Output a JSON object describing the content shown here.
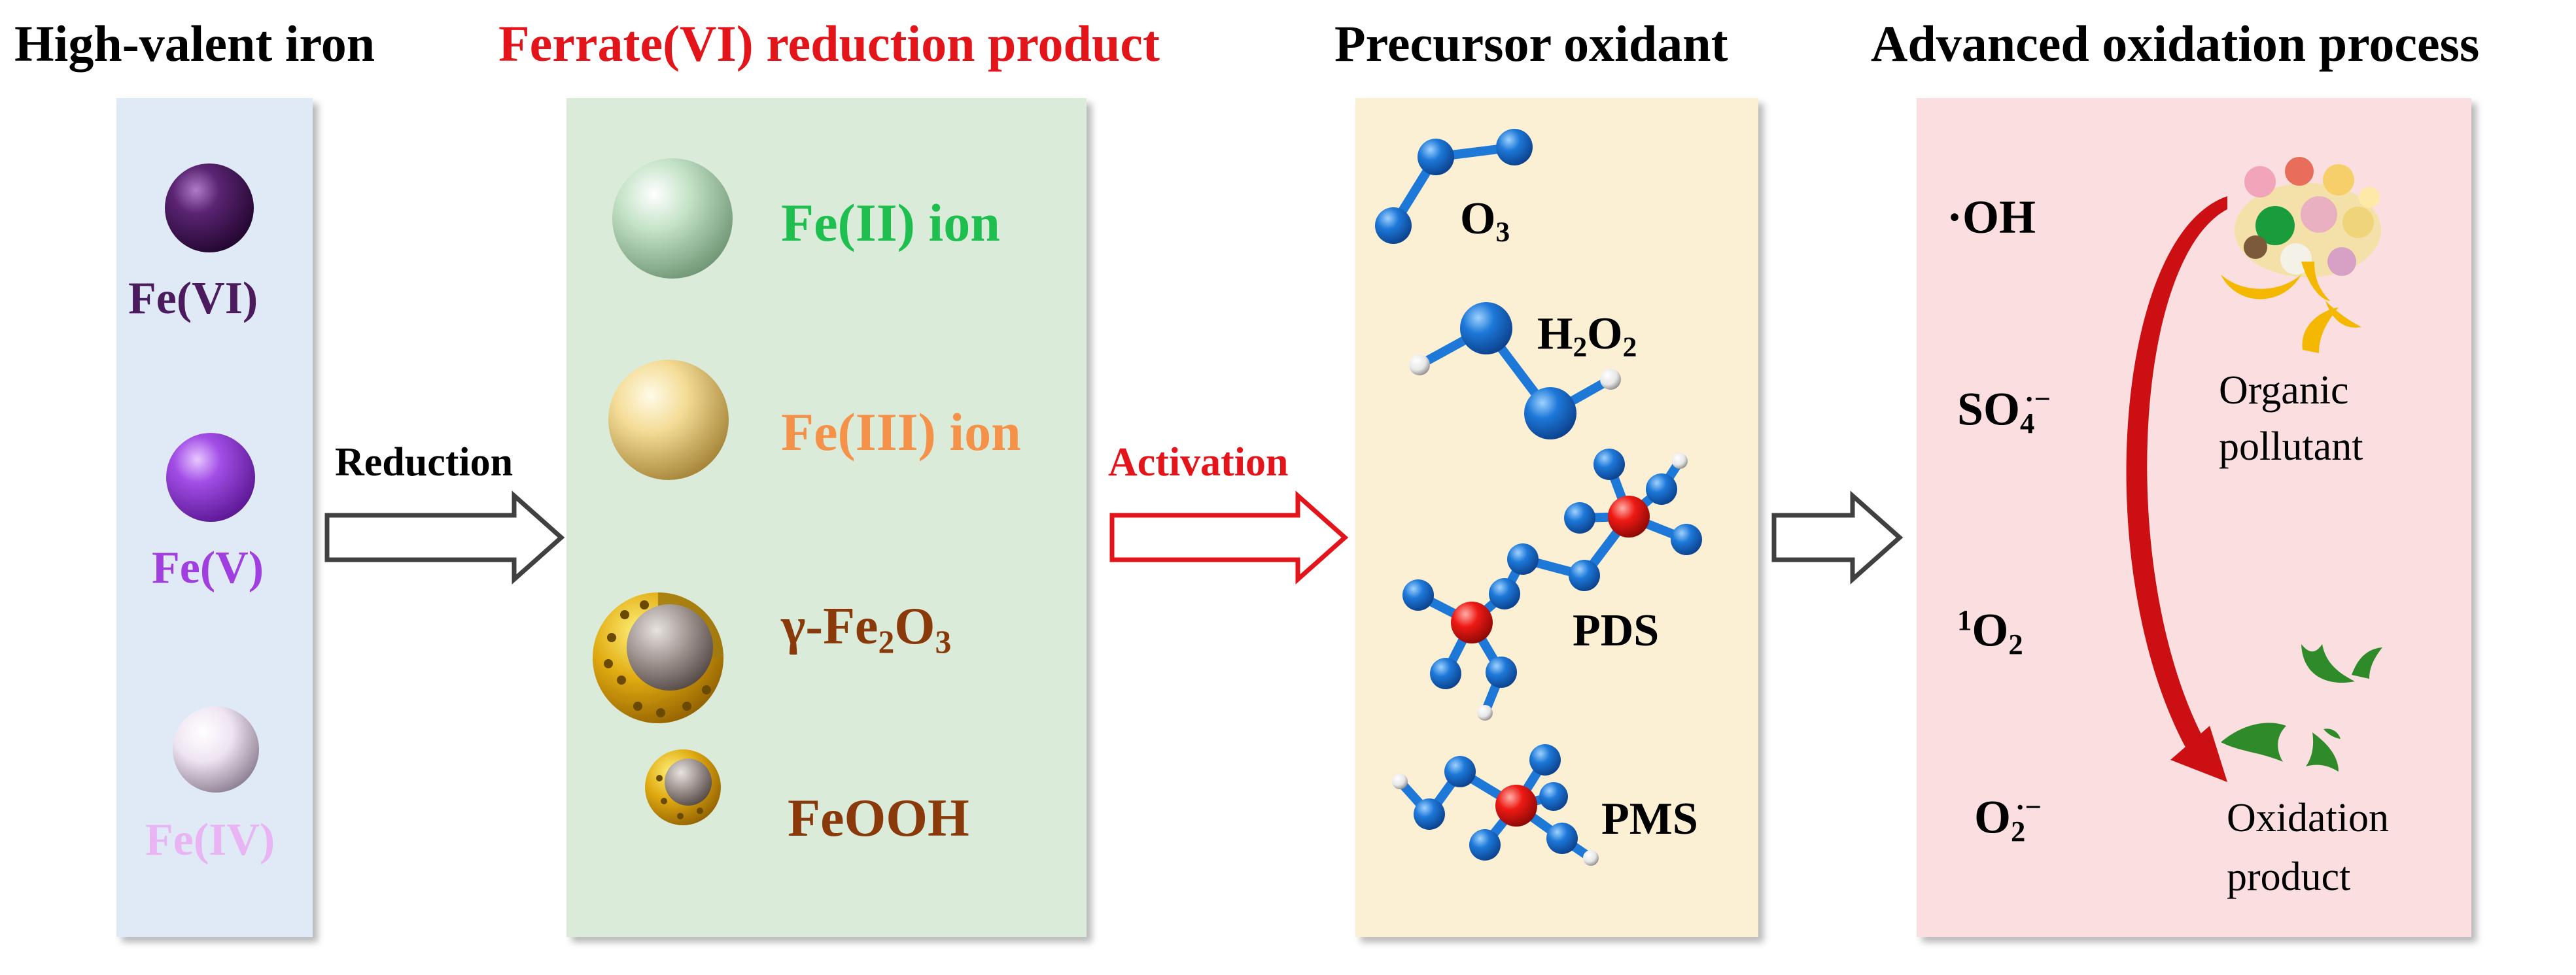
{
  "headers": {
    "h1": "High-valent iron",
    "h2": "Ferrate(VI) reduction product",
    "h3": "Precursor oxidant",
    "h4": "Advanced oxidation process"
  },
  "iron_species": [
    "Fe(VI)",
    "Fe(V)",
    "Fe(IV)"
  ],
  "arrows": {
    "a1": "Reduction",
    "a2": "Activation"
  },
  "products": {
    "fe2": "Fe(II) ion",
    "fe3": "Fe(III) ion",
    "gamma": {
      "prefix": "γ-Fe",
      "sub1": "2",
      "mid": "O",
      "sub2": "3"
    },
    "feooh": "FeOOH"
  },
  "oxidants": {
    "o3": {
      "main": "O",
      "sub": "3"
    },
    "h2o2": {
      "a": "H",
      "s1": "2",
      "b": "O",
      "s2": "2"
    },
    "pds": "PDS",
    "pms": "PMS"
  },
  "radicals": {
    "oh": "·OH",
    "so4": {
      "main": "SO",
      "sub": "4",
      "sup": "·−"
    },
    "singlet": {
      "sup": "1",
      "main": "O",
      "sub": "2"
    },
    "superoxide": {
      "main": "O",
      "sub": "2",
      "sup": "·−"
    }
  },
  "pollutant": {
    "line1": "Organic",
    "line2": "pollutant"
  },
  "product": {
    "line1": "Oxidation",
    "line2": "product"
  },
  "colors": {
    "panel1": "#dfeaf6",
    "panel2": "#dbebd9",
    "panel3": "#fcf0d4",
    "panel4": "#fbdfe0",
    "fe_vi": "#4b1b5e",
    "fe_v": "#a03ee0",
    "fe_iv": "#e9b4f3",
    "fe2_text": "#1fbf4f",
    "fe3_text": "#f5924a",
    "brown": "#8a3a0a",
    "red": "#e3151b",
    "molecule_blue": "#1d78d8",
    "green_frag": "#2f8a2a"
  }
}
